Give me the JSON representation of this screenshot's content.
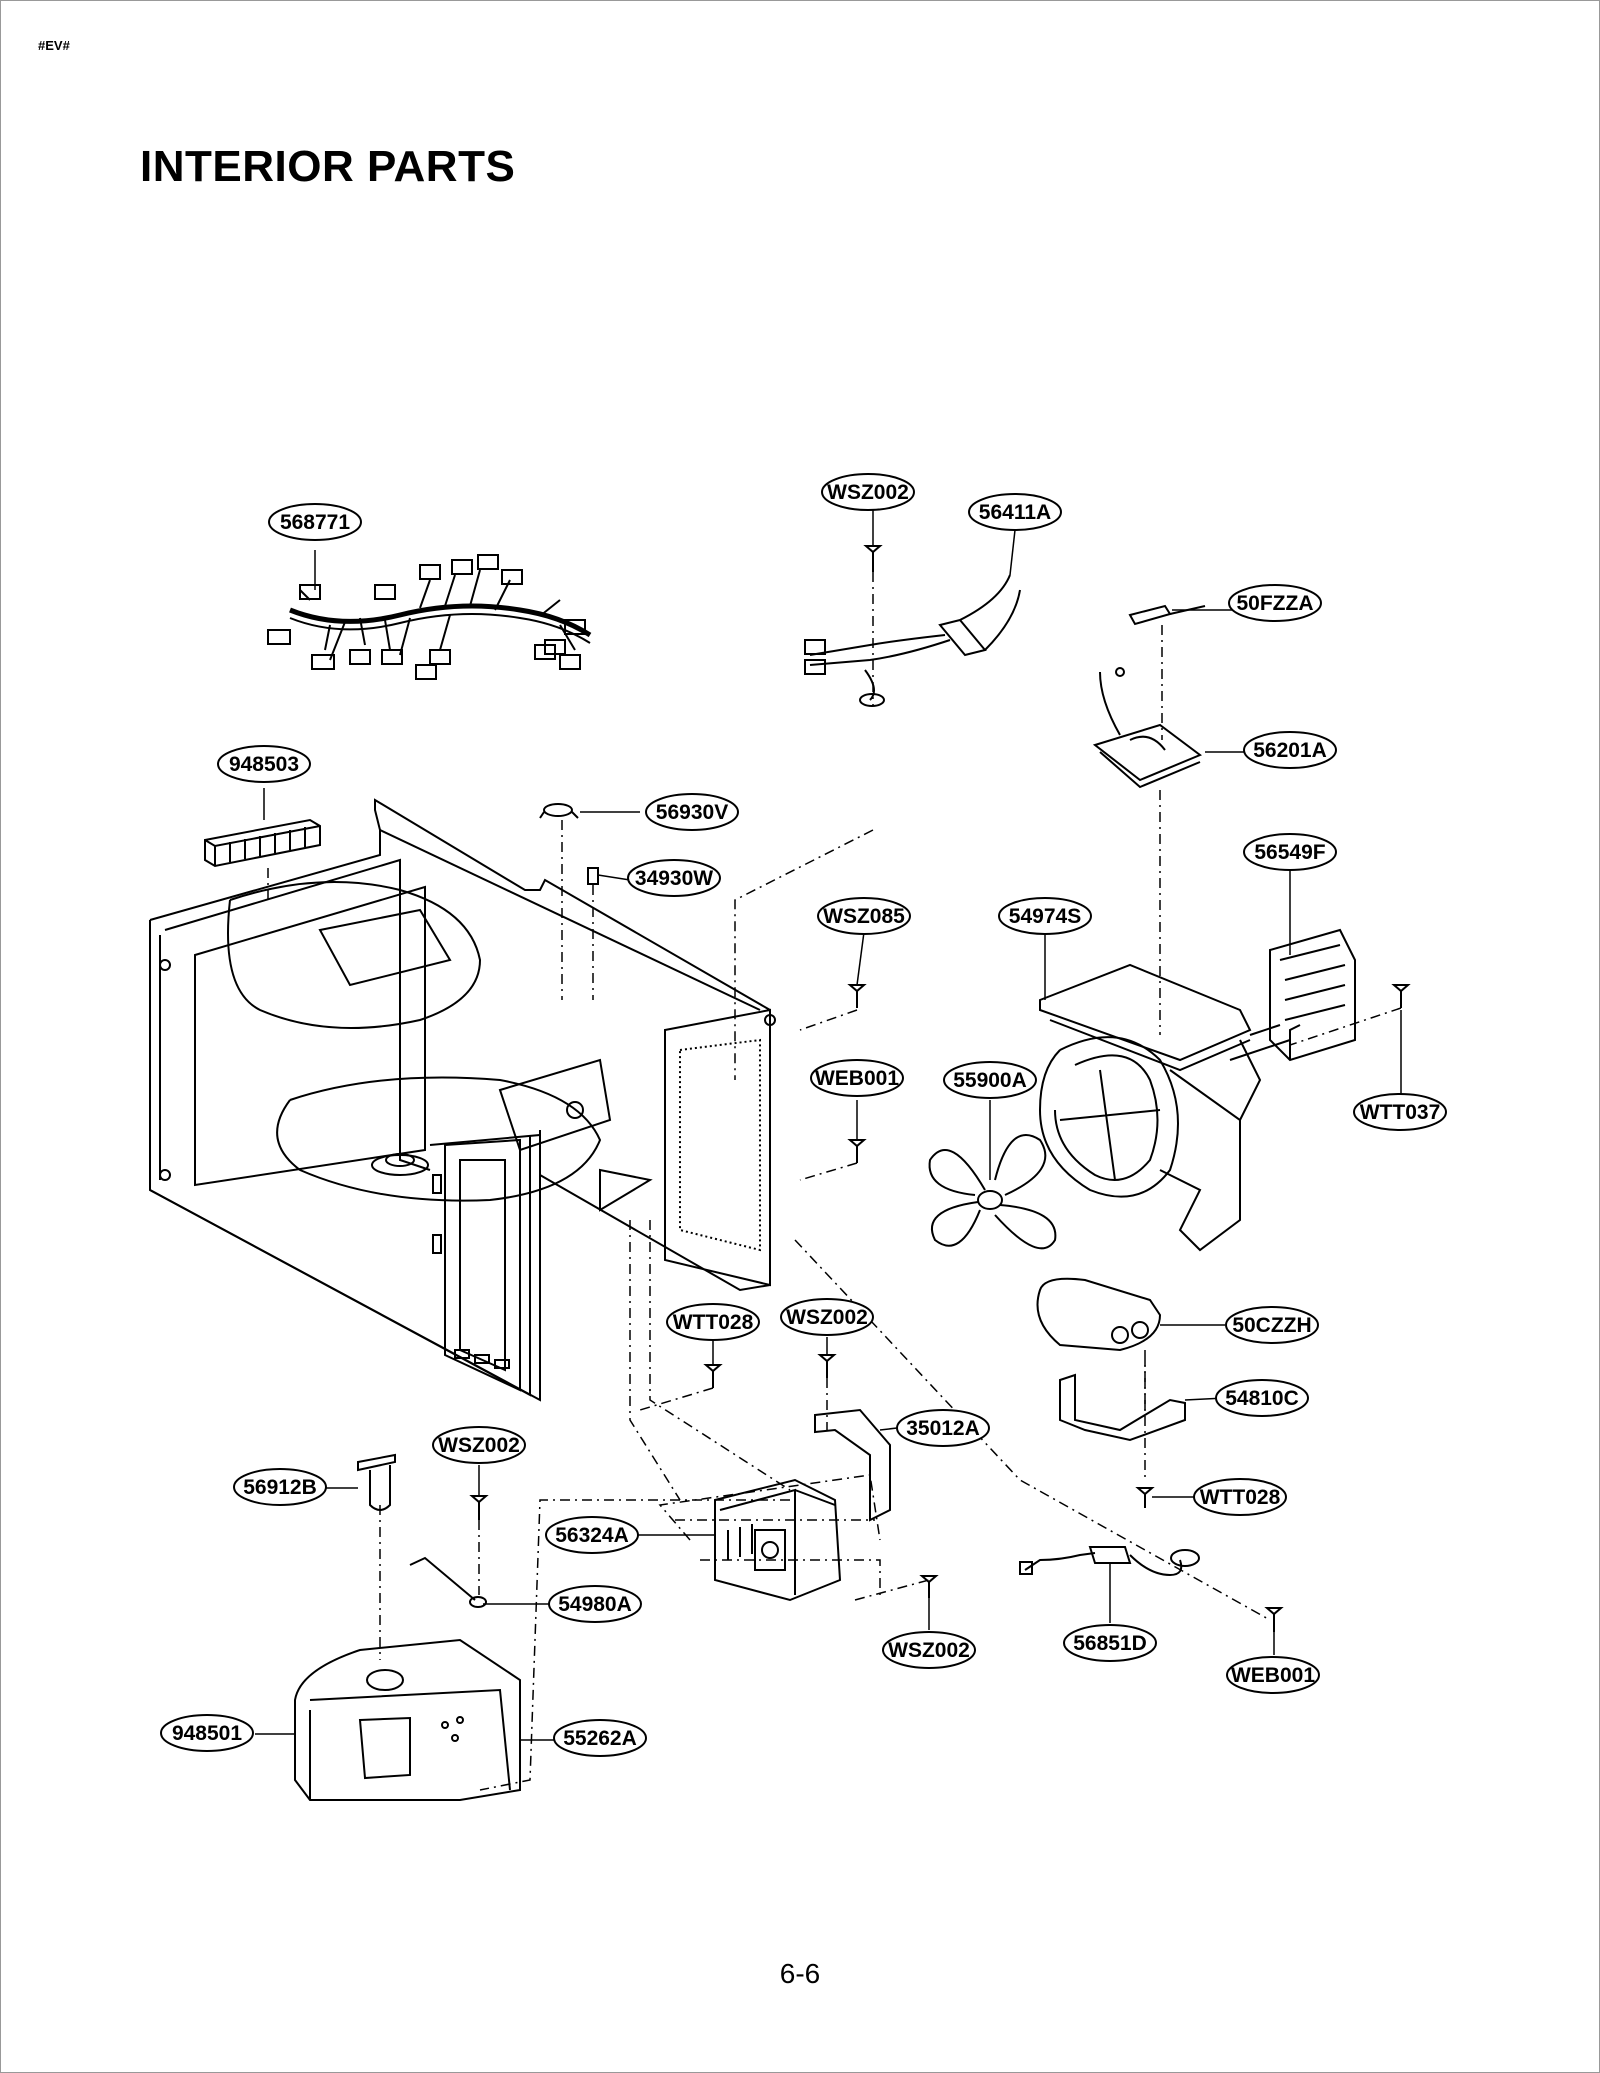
{
  "header": {
    "code": "#EV#",
    "title": "INTERIOR PARTS"
  },
  "footer": {
    "page_number": "6-6"
  },
  "part_labels": [
    "WSZ002",
    "56411A",
    "568771",
    "50FZZA",
    "56201A",
    "948503",
    "56930V",
    "34930W",
    "56549F",
    "WSZ085",
    "54974S",
    "WEB001",
    "55900A",
    "WTT037",
    "WTT028",
    "WSZ002",
    "50CZZH",
    "54810C",
    "35012A",
    "WSZ002",
    "56912B",
    "WTT028",
    "56324A",
    "54980A",
    "WSZ002",
    "56851D",
    "WEB001",
    "948501",
    "55262A"
  ]
}
